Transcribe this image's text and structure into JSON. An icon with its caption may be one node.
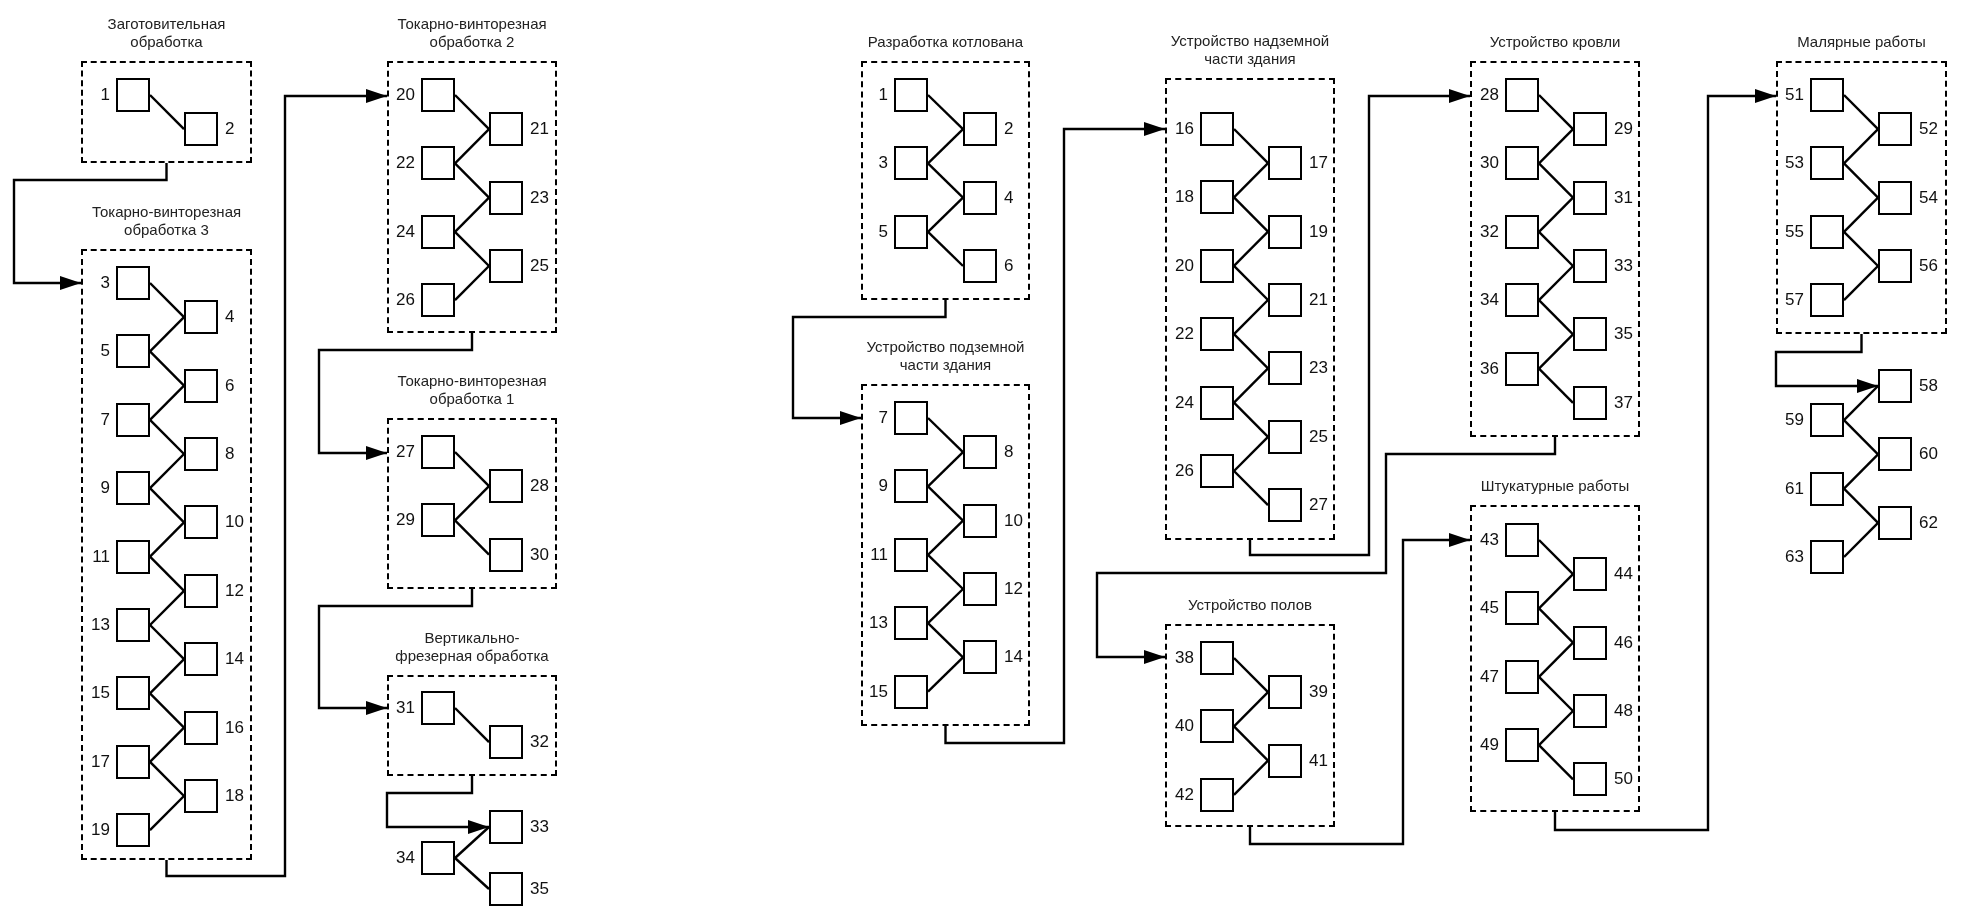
{
  "diagram": {
    "nodes": [
      {
        "text": [
          "Заготовительная обработка"
        ]
      },
      {
        "text": [],
        "shape": "box",
        "beside": [
          "1"
        ],
        "in": 0
      },
      {
        "text": [],
        "shape": "box",
        "beside": [
          "2"
        ],
        "in": 0
      },
      {
        "text": [
          "Токарно-винторезная обработка 3"
        ]
      },
      {
        "text": [],
        "shape": "box",
        "beside": [
          "3"
        ],
        "in": 3
      },
      {
        "text": [],
        "shape": "box",
        "beside": [
          "4"
        ],
        "in": 3
      },
      {
        "text": [],
        "shape": "box",
        "beside": [
          "5"
        ],
        "in": 3
      },
      {
        "text": [],
        "shape": "box",
        "beside": [
          "6"
        ],
        "in": 3
      },
      {
        "text": [],
        "shape": "box",
        "beside": [
          "7"
        ],
        "in": 3
      },
      {
        "text": [],
        "shape": "box",
        "beside": [
          "8"
        ],
        "in": 3
      },
      {
        "text": [],
        "shape": "box",
        "beside": [
          "9"
        ],
        "in": 3
      },
      {
        "text": [],
        "shape": "box",
        "beside": [
          "10"
        ],
        "in": 3
      },
      {
        "text": [],
        "shape": "box",
        "beside": [
          "11"
        ],
        "in": 3
      },
      {
        "text": [],
        "shape": "box",
        "beside": [
          "12"
        ],
        "in": 3
      },
      {
        "text": [],
        "shape": "box",
        "beside": [
          "13"
        ],
        "in": 3
      },
      {
        "text": [],
        "shape": "box",
        "beside": [
          "14"
        ],
        "in": 3
      },
      {
        "text": [],
        "shape": "box",
        "beside": [
          "15"
        ],
        "in": 3
      },
      {
        "text": [],
        "shape": "box",
        "beside": [
          "16"
        ],
        "in": 3
      },
      {
        "text": [],
        "shape": "box",
        "beside": [
          "17"
        ],
        "in": 3
      },
      {
        "text": [],
        "shape": "box",
        "beside": [
          "18"
        ],
        "in": 3
      },
      {
        "text": [],
        "shape": "box",
        "beside": [
          "19"
        ],
        "in": 3
      },
      {
        "text": [
          "Токарно-винторезная обработка 2"
        ]
      },
      {
        "text": [],
        "shape": "box",
        "beside": [
          "20"
        ],
        "in": 21
      },
      {
        "text": [],
        "shape": "box",
        "beside": [
          "21"
        ],
        "in": 21
      },
      {
        "text": [],
        "shape": "box",
        "beside": [
          "22"
        ],
        "in": 21
      },
      {
        "text": [],
        "shape": "box",
        "beside": [
          "23"
        ],
        "in": 21
      },
      {
        "text": [],
        "shape": "box",
        "beside": [
          "24"
        ],
        "in": 21
      },
      {
        "text": [],
        "shape": "box",
        "beside": [
          "25"
        ],
        "in": 21
      },
      {
        "text": [],
        "shape": "box",
        "beside": [
          "26"
        ],
        "in": 21
      },
      {
        "text": [
          "Токарно-винторезная обработка 1"
        ]
      },
      {
        "text": [],
        "shape": "box",
        "beside": [
          "27"
        ],
        "in": 29
      },
      {
        "text": [],
        "shape": "box",
        "beside": [
          "28"
        ],
        "in": 29
      },
      {
        "text": [],
        "shape": "box",
        "beside": [
          "29"
        ],
        "in": 29
      },
      {
        "text": [],
        "shape": "box",
        "beside": [
          "30"
        ],
        "in": 29
      },
      {
        "text": [
          "Вертикально-фрезерная обработка"
        ]
      },
      {
        "text": [],
        "shape": "box",
        "beside": [
          "31"
        ],
        "in": 34
      },
      {
        "text": [],
        "shape": "box",
        "beside": [
          "32"
        ],
        "in": 34
      },
      {
        "text": [],
        "shape": "box",
        "beside": [
          "33"
        ]
      },
      {
        "text": [],
        "shape": "box",
        "beside": [
          "34"
        ]
      },
      {
        "text": [],
        "shape": "box",
        "beside": [
          "35"
        ]
      },
      {
        "text": [
          "Разработка котлована"
        ]
      },
      {
        "text": [],
        "shape": "box",
        "beside": [
          "1"
        ],
        "in": 40
      },
      {
        "text": [],
        "shape": "box",
        "beside": [
          "2"
        ],
        "in": 40
      },
      {
        "text": [],
        "shape": "box",
        "beside": [
          "3"
        ],
        "in": 40
      },
      {
        "text": [],
        "shape": "box",
        "beside": [
          "4"
        ],
        "in": 40
      },
      {
        "text": [],
        "shape": "box",
        "beside": [
          "5"
        ],
        "in": 40
      },
      {
        "text": [],
        "shape": "box",
        "beside": [
          "6"
        ],
        "in": 40
      },
      {
        "text": [
          "Устройство подземной части здания"
        ]
      },
      {
        "text": [],
        "shape": "box",
        "beside": [
          "7"
        ],
        "in": 47
      },
      {
        "text": [],
        "shape": "box",
        "beside": [
          "8"
        ],
        "in": 47
      },
      {
        "text": [],
        "shape": "box",
        "beside": [
          "9"
        ],
        "in": 47
      },
      {
        "text": [],
        "shape": "box",
        "beside": [
          "10"
        ],
        "in": 47
      },
      {
        "text": [],
        "shape": "box",
        "beside": [
          "11"
        ],
        "in": 47
      },
      {
        "text": [],
        "shape": "box",
        "beside": [
          "12"
        ],
        "in": 47
      },
      {
        "text": [],
        "shape": "box",
        "beside": [
          "13"
        ],
        "in": 47
      },
      {
        "text": [],
        "shape": "box",
        "beside": [
          "14"
        ],
        "in": 47
      },
      {
        "text": [],
        "shape": "box",
        "beside": [
          "15"
        ],
        "in": 47
      },
      {
        "text": [
          "Устройство надземной части здания"
        ]
      },
      {
        "text": [],
        "shape": "box",
        "beside": [
          "16"
        ],
        "in": 57
      },
      {
        "text": [],
        "shape": "box",
        "beside": [
          "17"
        ],
        "in": 57
      },
      {
        "text": [],
        "shape": "box",
        "beside": [
          "18"
        ],
        "in": 57
      },
      {
        "text": [],
        "shape": "box",
        "beside": [
          "19"
        ],
        "in": 57
      },
      {
        "text": [],
        "shape": "box",
        "beside": [
          "20"
        ],
        "in": 57
      },
      {
        "text": [],
        "shape": "box",
        "beside": [
          "21"
        ],
        "in": 57
      },
      {
        "text": [],
        "shape": "box",
        "beside": [
          "22"
        ],
        "in": 57
      },
      {
        "text": [],
        "shape": "box",
        "beside": [
          "23"
        ],
        "in": 57
      },
      {
        "text": [],
        "shape": "box",
        "beside": [
          "24"
        ],
        "in": 57
      },
      {
        "text": [],
        "shape": "box",
        "beside": [
          "25"
        ],
        "in": 57
      },
      {
        "text": [],
        "shape": "box",
        "beside": [
          "26"
        ],
        "in": 57
      },
      {
        "text": [],
        "shape": "box",
        "beside": [
          "27"
        ],
        "in": 57
      },
      {
        "text": [
          "Устройство кровли"
        ]
      },
      {
        "text": [],
        "shape": "box",
        "beside": [
          "28"
        ],
        "in": 70
      },
      {
        "text": [],
        "shape": "box",
        "beside": [
          "29"
        ],
        "in": 70
      },
      {
        "text": [],
        "shape": "box",
        "beside": [
          "30"
        ],
        "in": 70
      },
      {
        "text": [],
        "shape": "box",
        "beside": [
          "31"
        ],
        "in": 70
      },
      {
        "text": [],
        "shape": "box",
        "beside": [
          "32"
        ],
        "in": 70
      },
      {
        "text": [],
        "shape": "box",
        "beside": [
          "33"
        ],
        "in": 70
      },
      {
        "text": [],
        "shape": "box",
        "beside": [
          "34"
        ],
        "in": 70
      },
      {
        "text": [],
        "shape": "box",
        "beside": [
          "35"
        ],
        "in": 70
      },
      {
        "text": [],
        "shape": "box",
        "beside": [
          "36"
        ],
        "in": 70
      },
      {
        "text": [],
        "shape": "box",
        "beside": [
          "37"
        ],
        "in": 70
      },
      {
        "text": [
          "Устройство полов"
        ]
      },
      {
        "text": [],
        "shape": "box",
        "beside": [
          "38"
        ],
        "in": 81
      },
      {
        "text": [],
        "shape": "box",
        "beside": [
          "39"
        ],
        "in": 81
      },
      {
        "text": [],
        "shape": "box",
        "beside": [
          "40"
        ],
        "in": 81
      },
      {
        "text": [],
        "shape": "box",
        "beside": [
          "41"
        ],
        "in": 81
      },
      {
        "text": [],
        "shape": "box",
        "beside": [
          "42"
        ],
        "in": 81
      },
      {
        "text": [
          "Штукатурные работы"
        ]
      },
      {
        "text": [],
        "shape": "box",
        "beside": [
          "43"
        ],
        "in": 87
      },
      {
        "text": [],
        "shape": "box",
        "beside": [
          "44"
        ],
        "in": 87
      },
      {
        "text": [],
        "shape": "box",
        "beside": [
          "45"
        ],
        "in": 87
      },
      {
        "text": [],
        "shape": "box",
        "beside": [
          "46"
        ],
        "in": 87
      },
      {
        "text": [],
        "shape": "box",
        "beside": [
          "47"
        ],
        "in": 87
      },
      {
        "text": [],
        "shape": "box",
        "beside": [
          "48"
        ],
        "in": 87
      },
      {
        "text": [],
        "shape": "box",
        "beside": [
          "49"
        ],
        "in": 87
      },
      {
        "text": [],
        "shape": "box",
        "beside": [
          "50"
        ],
        "in": 87
      },
      {
        "text": [
          "Малярные работы"
        ]
      },
      {
        "text": [],
        "shape": "box",
        "beside": [
          "51"
        ],
        "in": 96
      },
      {
        "text": [],
        "shape": "box",
        "beside": [
          "52"
        ],
        "in": 96
      },
      {
        "text": [],
        "shape": "box",
        "beside": [
          "53"
        ],
        "in": 96
      },
      {
        "text": [],
        "shape": "box",
        "beside": [
          "54"
        ],
        "in": 96
      },
      {
        "text": [],
        "shape": "box",
        "beside": [
          "55"
        ],
        "in": 96
      },
      {
        "text": [],
        "shape": "box",
        "beside": [
          "56"
        ],
        "in": 96
      },
      {
        "text": [],
        "shape": "box",
        "beside": [
          "57"
        ],
        "in": 96
      },
      {
        "text": [],
        "shape": "box",
        "beside": [
          "58"
        ]
      },
      {
        "text": [],
        "shape": "box",
        "beside": [
          "59"
        ]
      },
      {
        "text": [],
        "shape": "box",
        "beside": [
          "60"
        ]
      },
      {
        "text": [],
        "shape": "box",
        "beside": [
          "61"
        ]
      },
      {
        "text": [],
        "shape": "box",
        "beside": [
          "62"
        ]
      },
      {
        "text": [],
        "shape": "box",
        "beside": [
          "63"
        ]
      }
    ],
    "edges": [
      {
        "from": 0,
        "to": 3,
        "arrow": "to"
      },
      {
        "from": 3,
        "to": 21,
        "arrow": "to"
      },
      {
        "from": 21,
        "to": 29,
        "arrow": "to"
      },
      {
        "from": 29,
        "to": 34,
        "arrow": "to"
      },
      {
        "from": 34,
        "to": 37,
        "arrow": "to"
      },
      {
        "from": 40,
        "to": 47,
        "arrow": "to"
      },
      {
        "from": 47,
        "to": 57,
        "arrow": "to"
      },
      {
        "from": 57,
        "to": 70,
        "arrow": "to"
      },
      {
        "from": 70,
        "to": 81,
        "arrow": "to"
      },
      {
        "from": 81,
        "to": 87,
        "arrow": "to"
      },
      {
        "from": 87,
        "to": 96,
        "arrow": "to"
      },
      {
        "from": 96,
        "to": 104,
        "arrow": "to"
      },
      {
        "from": 1,
        "to": 2,
        "arrow": "none"
      },
      {
        "from": 4,
        "to": 5,
        "arrow": "none"
      },
      {
        "from": 5,
        "to": 6,
        "arrow": "none"
      },
      {
        "from": 6,
        "to": 7,
        "arrow": "none"
      },
      {
        "from": 7,
        "to": 8,
        "arrow": "none"
      },
      {
        "from": 8,
        "to": 9,
        "arrow": "none"
      },
      {
        "from": 9,
        "to": 10,
        "arrow": "none"
      },
      {
        "from": 10,
        "to": 11,
        "arrow": "none"
      },
      {
        "from": 11,
        "to": 12,
        "arrow": "none"
      },
      {
        "from": 12,
        "to": 13,
        "arrow": "none"
      },
      {
        "from": 13,
        "to": 14,
        "arrow": "none"
      },
      {
        "from": 14,
        "to": 15,
        "arrow": "none"
      },
      {
        "from": 15,
        "to": 16,
        "arrow": "none"
      },
      {
        "from": 16,
        "to": 17,
        "arrow": "none"
      },
      {
        "from": 17,
        "to": 18,
        "arrow": "none"
      },
      {
        "from": 18,
        "to": 19,
        "arrow": "none"
      },
      {
        "from": 19,
        "to": 20,
        "arrow": "none"
      },
      {
        "from": 22,
        "to": 23,
        "arrow": "none"
      },
      {
        "from": 23,
        "to": 24,
        "arrow": "none"
      },
      {
        "from": 24,
        "to": 25,
        "arrow": "none"
      },
      {
        "from": 25,
        "to": 26,
        "arrow": "none"
      },
      {
        "from": 26,
        "to": 27,
        "arrow": "none"
      },
      {
        "from": 27,
        "to": 28,
        "arrow": "none"
      },
      {
        "from": 30,
        "to": 31,
        "arrow": "none"
      },
      {
        "from": 31,
        "to": 32,
        "arrow": "none"
      },
      {
        "from": 32,
        "to": 33,
        "arrow": "none"
      },
      {
        "from": 35,
        "to": 36,
        "arrow": "none"
      },
      {
        "from": 37,
        "to": 38,
        "arrow": "none"
      },
      {
        "from": 38,
        "to": 39,
        "arrow": "none"
      },
      {
        "from": 41,
        "to": 42,
        "arrow": "none"
      },
      {
        "from": 42,
        "to": 43,
        "arrow": "none"
      },
      {
        "from": 43,
        "to": 44,
        "arrow": "none"
      },
      {
        "from": 44,
        "to": 45,
        "arrow": "none"
      },
      {
        "from": 45,
        "to": 46,
        "arrow": "none"
      },
      {
        "from": 48,
        "to": 49,
        "arrow": "none"
      },
      {
        "from": 49,
        "to": 50,
        "arrow": "none"
      },
      {
        "from": 50,
        "to": 51,
        "arrow": "none"
      },
      {
        "from": 51,
        "to": 52,
        "arrow": "none"
      },
      {
        "from": 52,
        "to": 53,
        "arrow": "none"
      },
      {
        "from": 53,
        "to": 54,
        "arrow": "none"
      },
      {
        "from": 54,
        "to": 55,
        "arrow": "none"
      },
      {
        "from": 55,
        "to": 56,
        "arrow": "none"
      },
      {
        "from": 58,
        "to": 59,
        "arrow": "none"
      },
      {
        "from": 59,
        "to": 60,
        "arrow": "none"
      },
      {
        "from": 60,
        "to": 61,
        "arrow": "none"
      },
      {
        "from": 61,
        "to": 62,
        "arrow": "none"
      },
      {
        "from": 62,
        "to": 63,
        "arrow": "none"
      },
      {
        "from": 63,
        "to": 64,
        "arrow": "none"
      },
      {
        "from": 64,
        "to": 65,
        "arrow": "none"
      },
      {
        "from": 65,
        "to": 66,
        "arrow": "none"
      },
      {
        "from": 66,
        "to": 67,
        "arrow": "none"
      },
      {
        "from": 67,
        "to": 68,
        "arrow": "none"
      },
      {
        "from": 68,
        "to": 69,
        "arrow": "none"
      },
      {
        "from": 71,
        "to": 72,
        "arrow": "none"
      },
      {
        "from": 72,
        "to": 73,
        "arrow": "none"
      },
      {
        "from": 73,
        "to": 74,
        "arrow": "none"
      },
      {
        "from": 74,
        "to": 75,
        "arrow": "none"
      },
      {
        "from": 75,
        "to": 76,
        "arrow": "none"
      },
      {
        "from": 76,
        "to": 77,
        "arrow": "none"
      },
      {
        "from": 77,
        "to": 78,
        "arrow": "none"
      },
      {
        "from": 78,
        "to": 79,
        "arrow": "none"
      },
      {
        "from": 79,
        "to": 80,
        "arrow": "none"
      },
      {
        "from": 82,
        "to": 83,
        "arrow": "none"
      },
      {
        "from": 83,
        "to": 84,
        "arrow": "none"
      },
      {
        "from": 84,
        "to": 85,
        "arrow": "none"
      },
      {
        "from": 85,
        "to": 86,
        "arrow": "none"
      },
      {
        "from": 88,
        "to": 89,
        "arrow": "none"
      },
      {
        "from": 89,
        "to": 90,
        "arrow": "none"
      },
      {
        "from": 90,
        "to": 91,
        "arrow": "none"
      },
      {
        "from": 91,
        "to": 92,
        "arrow": "none"
      },
      {
        "from": 92,
        "to": 93,
        "arrow": "none"
      },
      {
        "from": 93,
        "to": 94,
        "arrow": "none"
      },
      {
        "from": 94,
        "to": 95,
        "arrow": "none"
      },
      {
        "from": 97,
        "to": 98,
        "arrow": "none"
      },
      {
        "from": 98,
        "to": 99,
        "arrow": "none"
      },
      {
        "from": 99,
        "to": 100,
        "arrow": "none"
      },
      {
        "from": 100,
        "to": 101,
        "arrow": "none"
      },
      {
        "from": 101,
        "to": 102,
        "arrow": "none"
      },
      {
        "from": 102,
        "to": 103,
        "arrow": "none"
      },
      {
        "from": 104,
        "to": 105,
        "arrow": "none"
      },
      {
        "from": 105,
        "to": 106,
        "arrow": "none"
      },
      {
        "from": 106,
        "to": 107,
        "arrow": "none"
      },
      {
        "from": 107,
        "to": 108,
        "arrow": "none"
      },
      {
        "from": 108,
        "to": 109,
        "arrow": "none"
      }
    ]
  }
}
